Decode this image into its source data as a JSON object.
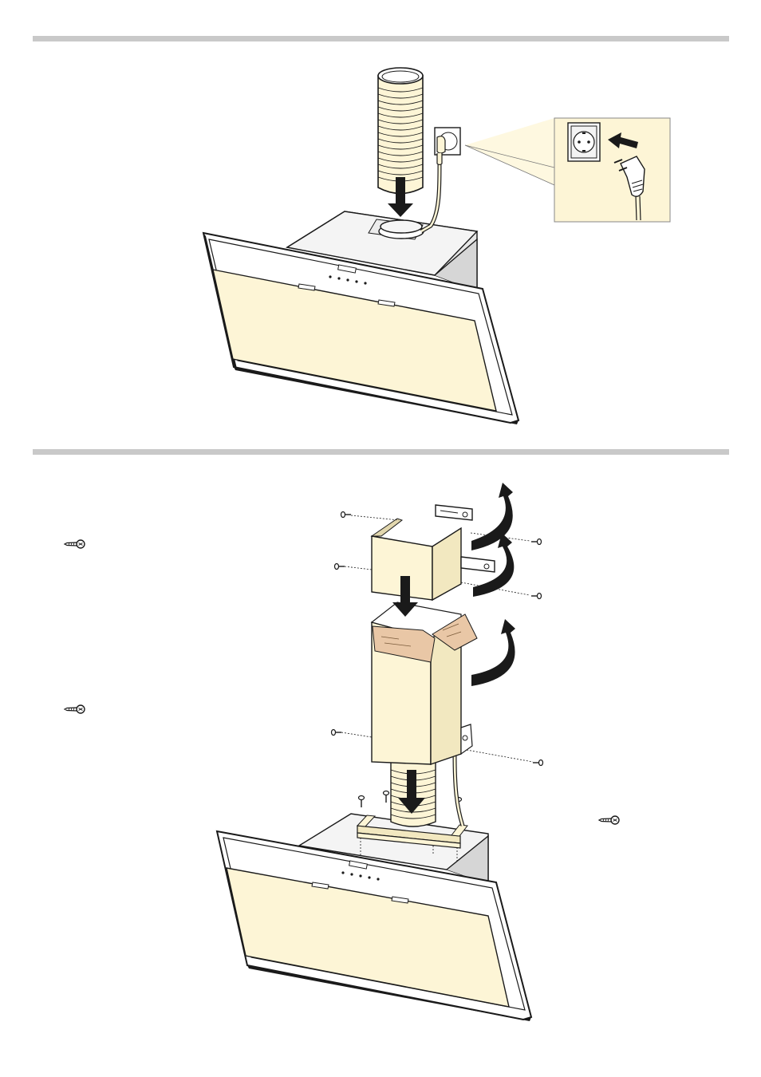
{
  "colors": {
    "rule": "#c9c9c9",
    "cream": "#fdf5d6",
    "cream_dark": "#f2e8c0",
    "tape": "#e9c7a6",
    "line": "#1a1a1a"
  },
  "figures": [
    {
      "name": "step-duct-and-plug",
      "icons": [
        "flexible-duct",
        "down-arrow-icon",
        "wall-socket-icon",
        "plug-icon",
        "insert-arrow-icon",
        "hood-body",
        "hood-glass-panel",
        "control-buttons"
      ]
    },
    {
      "name": "step-chimney-assembly",
      "icons": [
        "screw-icon",
        "upper-chimney-section",
        "lower-chimney-section",
        "mounting-bracket",
        "rotate-arrow-icon",
        "protective-film",
        "down-arrow-icon",
        "duct-frame",
        "hood-body"
      ]
    }
  ]
}
